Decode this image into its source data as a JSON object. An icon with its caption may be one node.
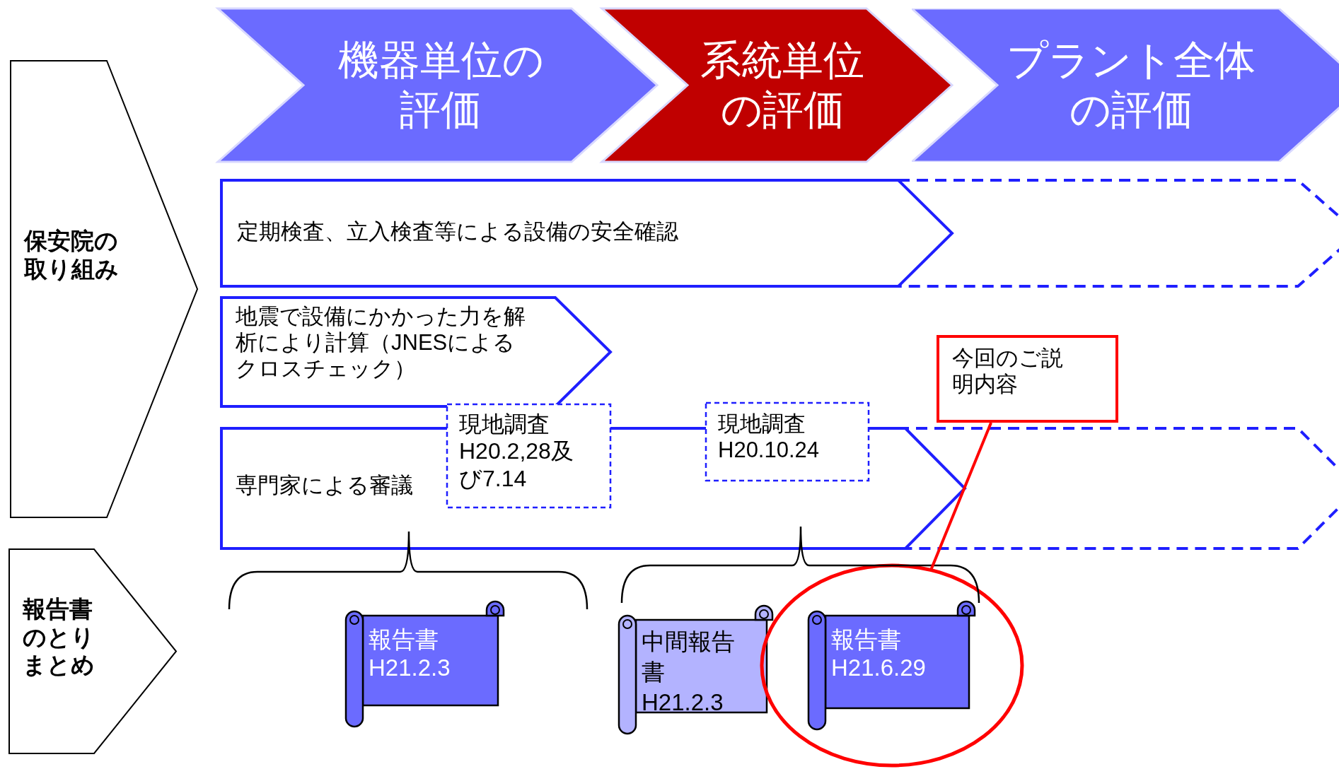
{
  "diagram": {
    "nodes": [
      {
        "text": [
          "機器単位の評価"
        ]
      },
      {
        "text": [
          "系統単位の評価"
        ]
      },
      {
        "text": [
          "プラント全体の評価"
        ]
      },
      {
        "text": [
          "保安院の取り組み"
        ]
      },
      {
        "text": [
          "報告書のとりまとめ"
        ]
      },
      {
        "text": [
          "定期検査、立入検査等による設備の安全確認"
        ]
      },
      {
        "text": [
          "地震で設備にかかった力を解析により計算（JNESによるクロスチェック）"
        ]
      },
      {
        "text": [
          "専門家による審議"
        ]
      },
      {
        "text": [
          "現地調査",
          "H20.2,28及び7.14"
        ]
      },
      {
        "text": [
          "現地調査",
          "H20.10.24"
        ]
      },
      {
        "text": [
          "今回のご説明内容"
        ]
      },
      {
        "text": [
          "報告書",
          "H21.2.3"
        ]
      },
      {
        "text": [
          "中間報告書",
          "H21.2.3"
        ]
      },
      {
        "text": [],
        "shape": "circle"
      },
      {
        "text": [
          "報告書",
          "H21.6.29"
        ],
        "in": 13
      }
    ],
    "edges": [
      {
        "from": 10,
        "to": 13,
        "arrow": "none"
      }
    ]
  }
}
